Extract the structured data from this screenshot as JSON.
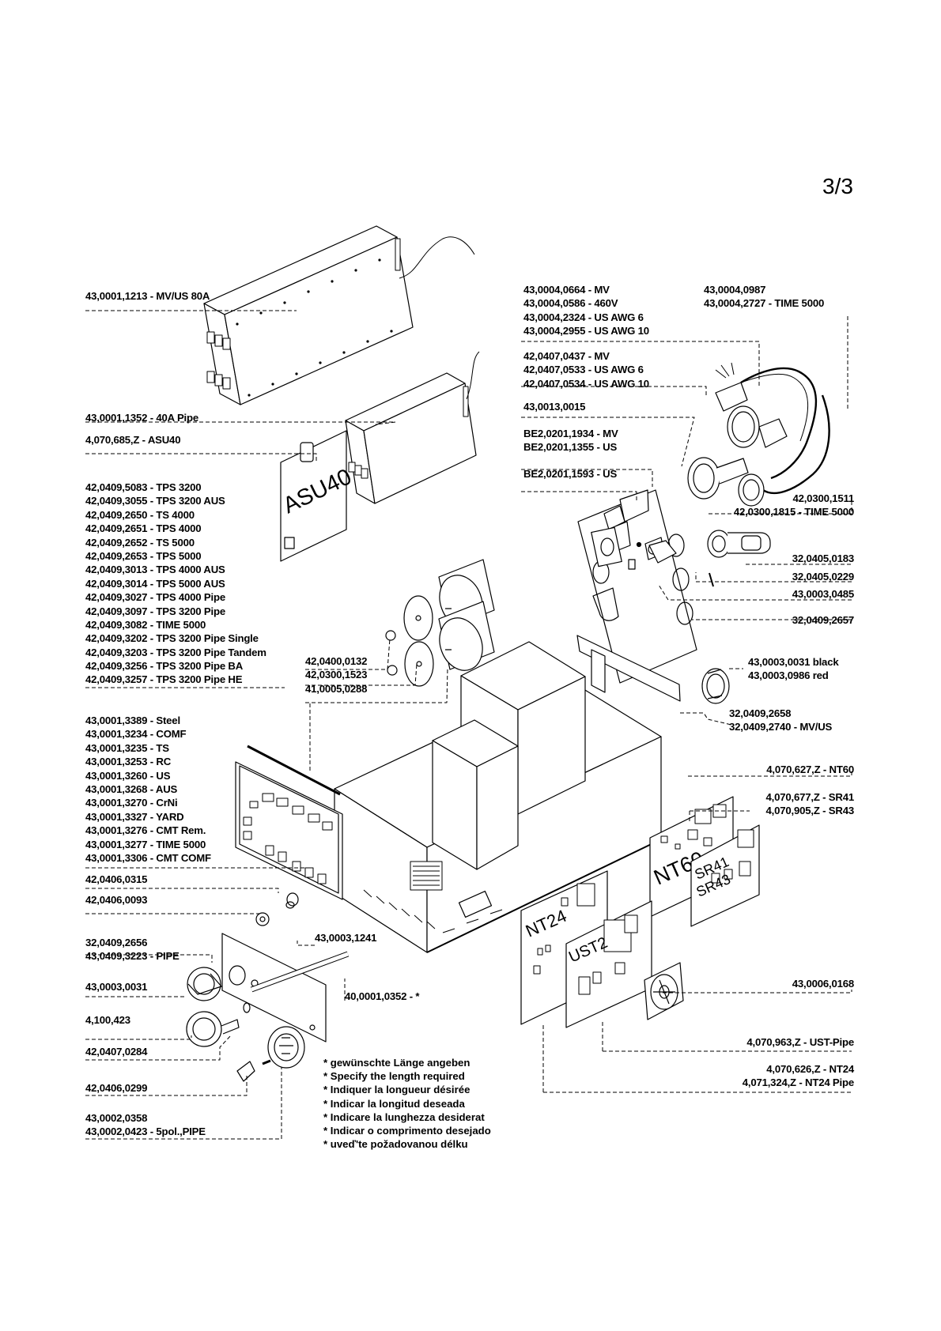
{
  "page": {
    "number": "3/3"
  },
  "board_marks": {
    "asu40": "ASU40",
    "nt60": "NT60",
    "sr41": "SR41",
    "sr43": "SR43",
    "nt24": "NT24",
    "ust2": "UST2"
  },
  "callouts": {
    "c01": [
      "43,0001,1213 - MV/US 80A"
    ],
    "c02": [
      "43,0001,1352 - 40A Pipe"
    ],
    "c03": [
      "4,070,685,Z - ASU40"
    ],
    "c04": [
      "42,0409,5083 - TPS 3200",
      "42,0409,3055 - TPS 3200 AUS",
      "42,0409,2650 - TS 4000",
      "42,0409,2651 - TPS 4000",
      "42,0409,2652 - TS 5000",
      "42,0409,2653 - TPS 5000",
      "42,0409,3013 - TPS 4000 AUS",
      "42,0409,3014 - TPS 5000 AUS",
      "42,0409,3027 - TPS 4000 Pipe",
      "42,0409,3097 - TPS 3200 Pipe",
      "42,0409,3082 - TIME 5000",
      "42,0409,3202 - TPS 3200 Pipe Single",
      "42,0409,3203 - TPS 3200 Pipe Tandem",
      "42,0409,3256 - TPS 3200 Pipe BA",
      "42,0409,3257 - TPS 3200 Pipe HE"
    ],
    "c05": [
      "42,0400,0132",
      "42,0300,1523",
      "41,0005,0288"
    ],
    "c06": [
      "43,0001,3389 - Steel",
      "43,0001,3234 - COMF",
      "43,0001,3235 - TS",
      "43,0001,3253 - RC",
      "43,0001,3260 - US",
      "43,0001,3268 - AUS",
      "43,0001,3270 - CrNi",
      "43,0001,3327 - YARD",
      "43,0001,3276 - CMT Rem.",
      "43,0001,3277 - TIME 5000",
      "43,0001,3306 - CMT COMF"
    ],
    "c07": [
      "42,0406,0315"
    ],
    "c08": [
      "42,0406,0093"
    ],
    "c09": [
      "32,0409,2656",
      "43,0409,3223 - PIPE"
    ],
    "c10": [
      "43,0003,1241"
    ],
    "c11": [
      "43,0003,0031"
    ],
    "c12": [
      "40,0001,0352 - *"
    ],
    "c13": [
      "4,100,423"
    ],
    "c14": [
      "42,0407,0284"
    ],
    "c15": [
      "42,0406,0299"
    ],
    "c16": [
      "43,0002,0358",
      "43,0002,0423 - 5pol.,PIPE"
    ],
    "c17": [
      "43,0004,0664 - MV",
      "43,0004,0586 - 460V",
      "43,0004,2324 - US AWG 6",
      "43,0004,2955 - US AWG 10"
    ],
    "c18": [
      "43,0004,0987",
      "43,0004,2727 - TIME 5000"
    ],
    "c19": [
      "42,0407,0437 - MV",
      "42,0407,0533 - US AWG 6",
      "42,0407,0534 - US AWG 10"
    ],
    "c20": [
      "43,0013,0015"
    ],
    "c21": [
      "BE2,0201,1934 - MV",
      "BE2,0201,1355 - US"
    ],
    "c22": [
      "BE2,0201,1593 - US"
    ],
    "c23": [
      "42,0300,1511",
      "42,0300,1815 - TIME 5000"
    ],
    "c24": [
      "32,0405,0183"
    ],
    "c25": [
      "32,0405,0229"
    ],
    "c26": [
      "43,0003,0485"
    ],
    "c27": [
      "32,0409,2657"
    ],
    "c28": [
      "43,0003,0031 black",
      "43,0003,0986 red"
    ],
    "c29": [
      "32,0409,2658",
      "32,0409,2740 - MV/US"
    ],
    "c30": [
      "4,070,627,Z - NT60"
    ],
    "c31": [
      "4,070,677,Z - SR41",
      "4,070,905,Z - SR43"
    ],
    "c32": [
      "43,0006,0168"
    ],
    "c33": [
      "4,070,963,Z - UST-Pipe"
    ],
    "c34": [
      "4,070,626,Z - NT24",
      "4,071,324,Z - NT24 Pipe"
    ]
  },
  "notes": [
    "* gewünschte Länge angeben",
    "* Specify the length required",
    "* Indiquer la longueur désirée",
    "* Indicar la longitud deseada",
    "* Indicare la lunghezza desiderat",
    "* Indicar o comprimento desejado",
    "* uveď'te požadovanou délku"
  ]
}
